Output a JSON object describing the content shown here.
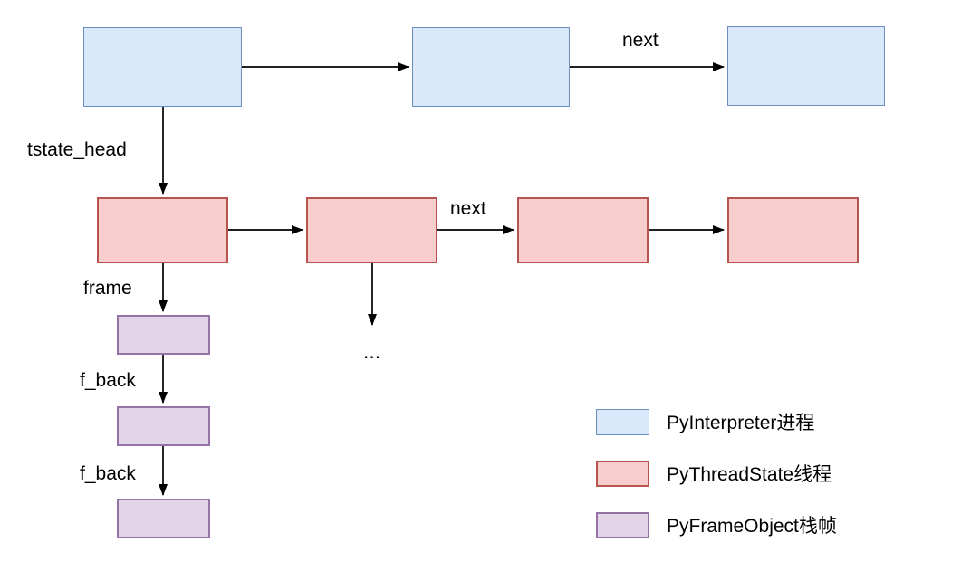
{
  "diagram": {
    "edge_labels": {
      "tstate_head": "tstate_head",
      "next_top": "next",
      "next_mid": "next",
      "frame": "frame",
      "f_back_1": "f_back",
      "f_back_2": "f_back",
      "ellipsis": "..."
    },
    "structure": {
      "interpreter_nodes": 3,
      "thread_nodes": 4,
      "frame_nodes": 3
    },
    "colors": {
      "interpreter_fill": "#dae8fc",
      "interpreter_border": "#6c8ebf",
      "thread_fill": "#f8cecc",
      "thread_border": "#b85450",
      "frame_fill": "#e1d5e7",
      "frame_border": "#9673a6",
      "arrow": "#000000",
      "text": "#000000",
      "background": "#ffffff"
    }
  },
  "legend": {
    "items": [
      {
        "label": "PyInterpreter进程",
        "fill": "#dae8fc",
        "border": "#6c8ebf"
      },
      {
        "label": "PyThreadState线程",
        "fill": "#f8cecc",
        "border": "#b85450"
      },
      {
        "label": "PyFrameObject栈帧",
        "fill": "#e1d5e7",
        "border": "#9673a6"
      }
    ]
  }
}
